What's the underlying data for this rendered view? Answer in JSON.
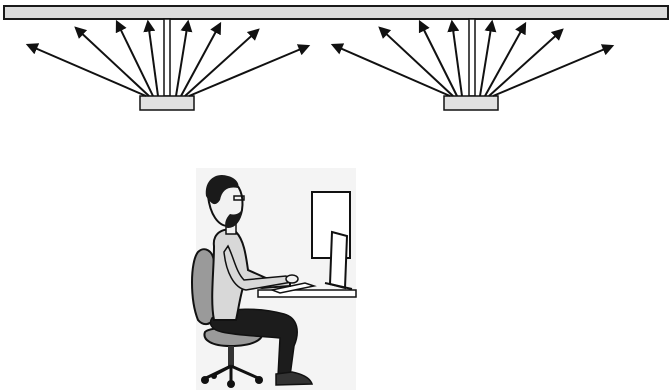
{
  "diagram": {
    "kind": "indirect-uplighting-illustration",
    "ceiling": {
      "color": "#dcdcdc",
      "stroke": "#1a1a1a"
    },
    "fixtures": [
      {
        "name": "uplight-fixture-left",
        "arrow_count": 8
      },
      {
        "name": "uplight-fixture-right",
        "arrow_count": 8
      }
    ],
    "arrow_color": "#111111",
    "fixture_fill": "#e0e0e0",
    "scene": {
      "subject": "person-seated-at-computer-workstation",
      "chair_color": "#9a9a9a",
      "trousers_color": "#1c1c1c",
      "monitor_color": "#ffffff"
    }
  }
}
